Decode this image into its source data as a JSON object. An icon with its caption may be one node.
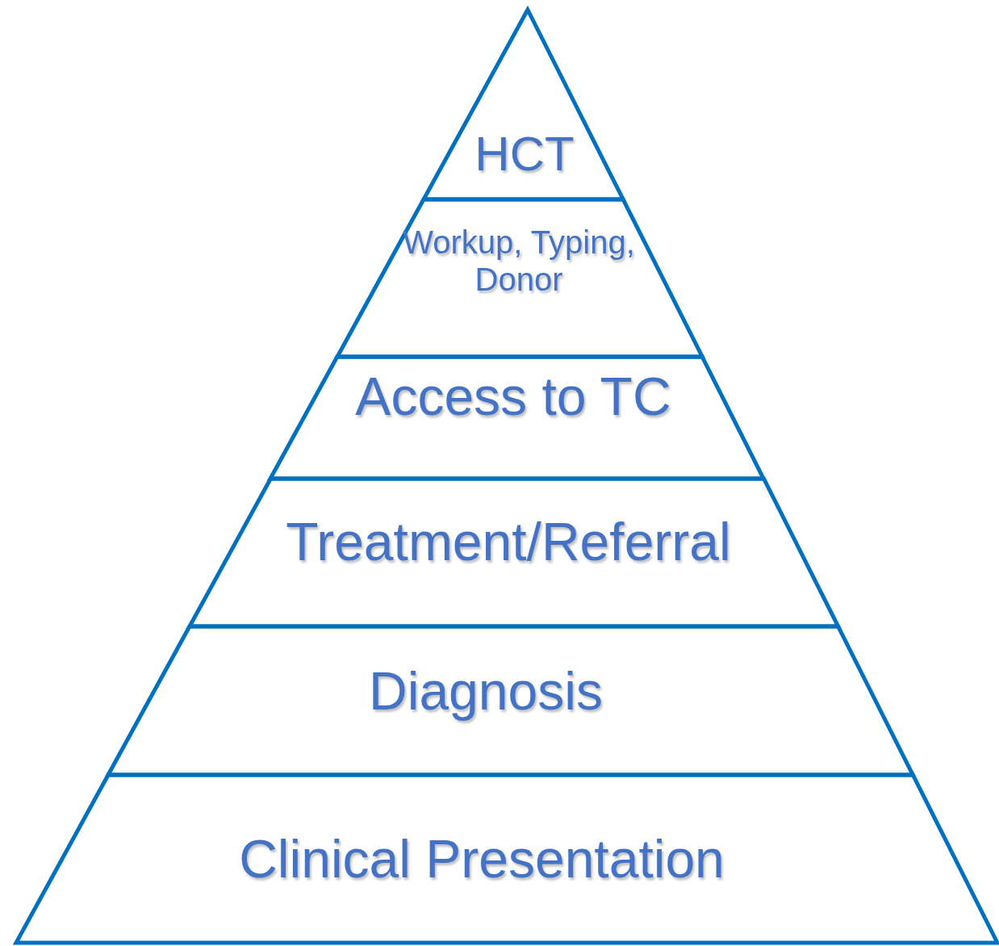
{
  "diagram": {
    "nodes": [
      {
        "text": [
          "HCT"
        ]
      },
      {
        "text": [
          "Workup, Typing, Donor"
        ]
      },
      {
        "text": [
          "Access to TC"
        ]
      },
      {
        "text": [
          "Treatment/Referral"
        ]
      },
      {
        "text": [
          "Diagnosis"
        ]
      },
      {
        "text": [
          "Clinical Presentation"
        ]
      }
    ]
  }
}
